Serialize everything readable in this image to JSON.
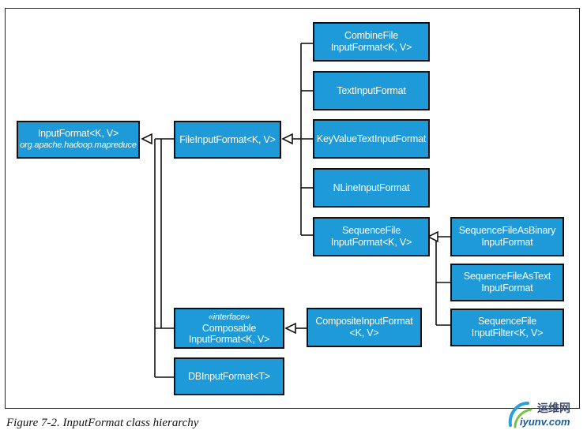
{
  "boxes": {
    "inputformat": {
      "line1": "InputFormat<K, V>",
      "line2": "org.apache.hadoop.mapreduce"
    },
    "fileinputformat": {
      "line1": "FileInputFormat<K, V>"
    },
    "combinefile": {
      "line1": "CombineFile",
      "line2": "InputFormat<K, V>"
    },
    "textinputformat": {
      "line1": "TextInputFormat"
    },
    "keyvalue": {
      "line1": "KeyValueTextInputFormat"
    },
    "nline": {
      "line1": "NLineInputFormat"
    },
    "sequencefile": {
      "line1": "SequenceFile",
      "line2": "InputFormat<K, V>"
    },
    "seqbinary": {
      "line1": "SequenceFileAsBinary",
      "line2": "InputFormat"
    },
    "seqtext": {
      "line1": "SequenceFileAsText",
      "line2": "InputFormat"
    },
    "seqfilter": {
      "line1": "SequenceFile",
      "line2": "InputFilter<K, V>"
    },
    "composable": {
      "line1": "«interface»",
      "line2": "Composable",
      "line3": "InputFormat<K, V>"
    },
    "composite": {
      "line1": "CompositeInputFormat",
      "line2": "<K, V>"
    },
    "dbinput": {
      "line1": "DBInputFormat<T>"
    }
  },
  "caption": "Figure 7-2. InputFormat class hierarchy",
  "watermark": {
    "chinese": "运维网",
    "domain": "iyunv.com"
  },
  "colors": {
    "box_fill": "#1f9ad8",
    "box_border": "#111111",
    "box_text": "#ffffff"
  }
}
